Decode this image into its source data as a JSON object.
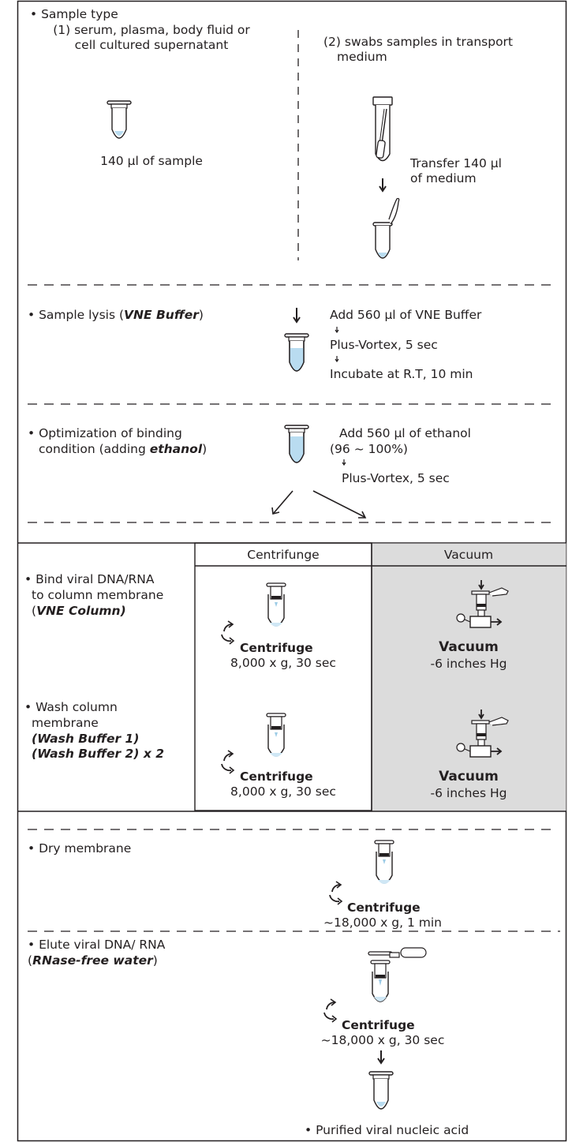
{
  "sample_type": {
    "heading": "• Sample type",
    "option1": [
      "(1) serum, plasma, body fluid or",
      "cell cultured supernatant"
    ],
    "option1_caption": "140 µl of sample",
    "option2": [
      "(2) swabs samples in transport",
      "medium"
    ],
    "option2_caption": [
      "Transfer 140 µl",
      "of medium"
    ]
  },
  "lysis": {
    "label_prefix": "• Sample lysis (",
    "label_buffer": "VNE Buffer",
    "label_suffix": ")",
    "steps": [
      "Add 560 µl of VNE Buffer",
      "Plus-Vortex, 5 sec",
      "Incubate at R.T, 10 min"
    ]
  },
  "binding": {
    "label_line1": "• Optimization of binding",
    "label_line2_prefix": "condition (adding ",
    "label_line2_emph": "ethanol",
    "label_line2_suffix": ")",
    "steps": [
      "Add 560 µl of ethanol",
      "(96 ~ 100%)",
      "Plus-Vortex, 5 sec"
    ]
  },
  "methods": {
    "centrifuge_header": "Centrifunge",
    "vacuum_header": "Vacuum",
    "bind_label": [
      "• Bind viral DNA/RNA",
      "to column membrane"
    ],
    "bind_emph": "VNE Column)",
    "bind_emph_open": "(",
    "wash_label": [
      "• Wash column",
      "membrane"
    ],
    "wash_emph": [
      "(Wash Buffer 1)",
      "(Wash Buffer 2) x 2"
    ],
    "centrifuge_word": "Centrifuge",
    "centrifuge_spec": "8,000 x g, 30 sec",
    "vacuum_word": "Vacuum",
    "vacuum_spec": "-6 inches Hg"
  },
  "dry": {
    "label": "• Dry membrane",
    "centrifuge_word": "Centrifuge",
    "spec": "~18,000 x g, 1 min"
  },
  "elute": {
    "label_line1": "• Elute viral DNA/ RNA",
    "label_open": "(",
    "label_emph": "RNase-free water",
    "label_close": ")",
    "centrifuge_word": "Centrifuge",
    "spec": "~18,000 x g, 30 sec",
    "result": "• Purified viral nucleic acid"
  },
  "colors": {
    "ink": "#231f20",
    "liquid": "#b9dcf0",
    "vacuum_bg": "#dcdcdc"
  }
}
